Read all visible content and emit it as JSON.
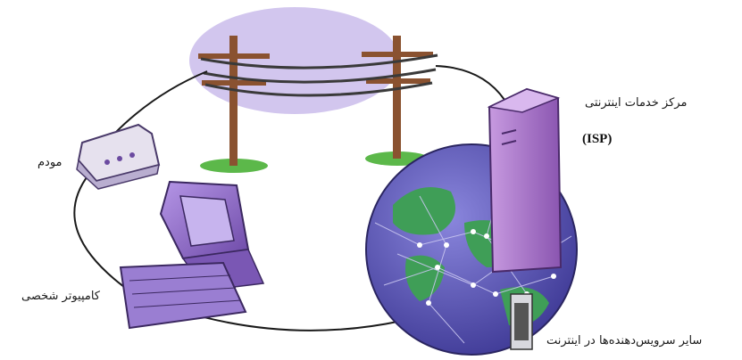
{
  "labels": {
    "isp_center": "مرکز خدمات اینترنتی",
    "isp_abbr": "(ISP)",
    "modem": "مودم",
    "personal_computer": "کامپیوتر شخصی",
    "other_servers": "سایر سرویس‌دهنده‌ها در اینترنت"
  },
  "colors": {
    "cloud": "#d2c6ee",
    "pole": "#8a5230",
    "grass": "#5cb84a",
    "device_purple": "#8e6bc7",
    "server_purple": "#a878c8",
    "globe_water": "#5a55b3",
    "globe_land": "#3f9e57",
    "cable": "#1a1a1a"
  },
  "icons": [
    "utility-pole-icon",
    "modem-icon",
    "monitor-icon",
    "keyboard-icon",
    "globe-icon",
    "server-tower-icon"
  ]
}
